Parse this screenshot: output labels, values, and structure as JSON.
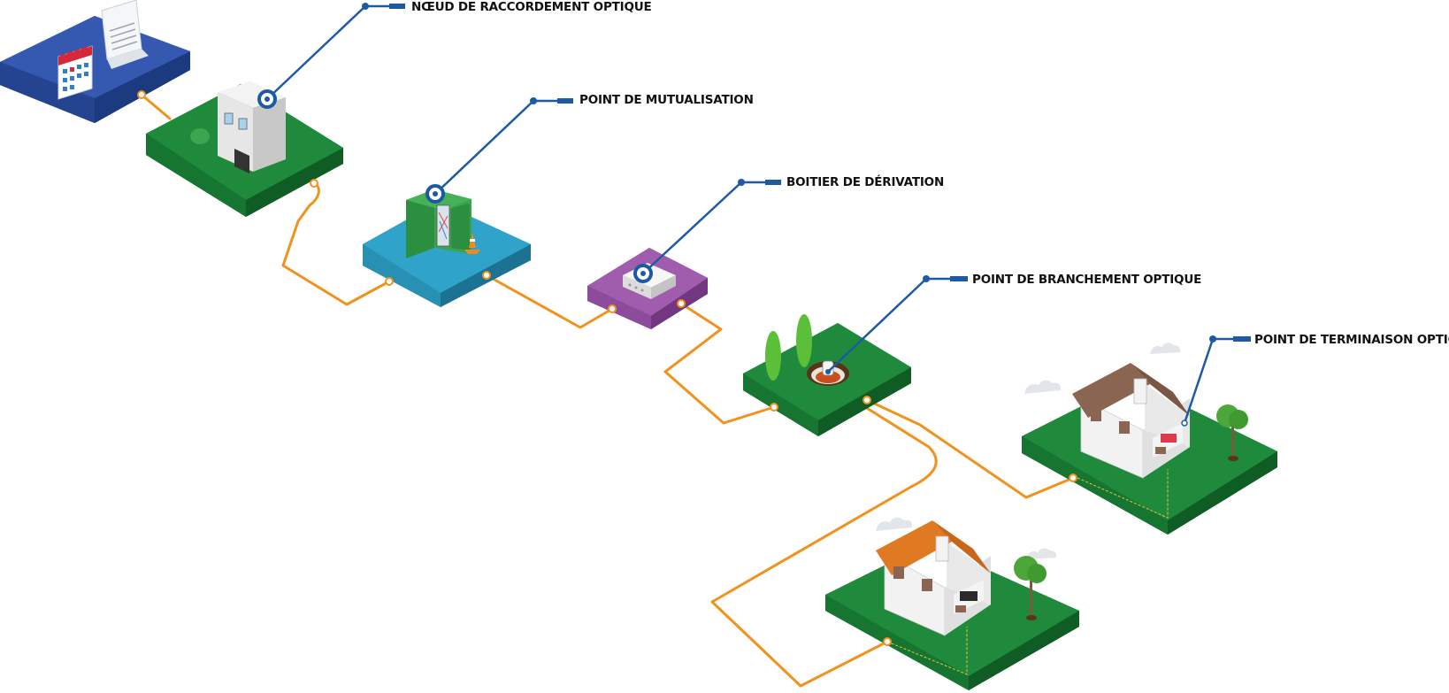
{
  "labels": {
    "nro": "NŒUD DE RACCORDEMENT OPTIQUE",
    "pm": "POINT DE MUTUALISATION",
    "bd": "BOITIER DE DÉRIVATION",
    "pbo": "POINT DE BRANCHEMENT OPTIQUE",
    "pto": "POINT DE TERMINAISON OPTIQUE"
  },
  "colors": {
    "grass": "#1f8a3b",
    "grass_dark": "#136a2a",
    "blue_platform": "#2f55a8",
    "cyan_platform": "#2fa3c9",
    "purple_platform": "#a05cad",
    "fiber": "#f0931e",
    "callout": "#1d5aa3",
    "label_text": "#111111"
  },
  "icons": [
    "calendar-icon",
    "document-icon",
    "building-icon",
    "cabinet-icon",
    "traffic-cone-icon",
    "junction-box-icon",
    "manhole-icon",
    "house-icon",
    "tree-icon",
    "cloud-icon",
    "target-icon"
  ]
}
